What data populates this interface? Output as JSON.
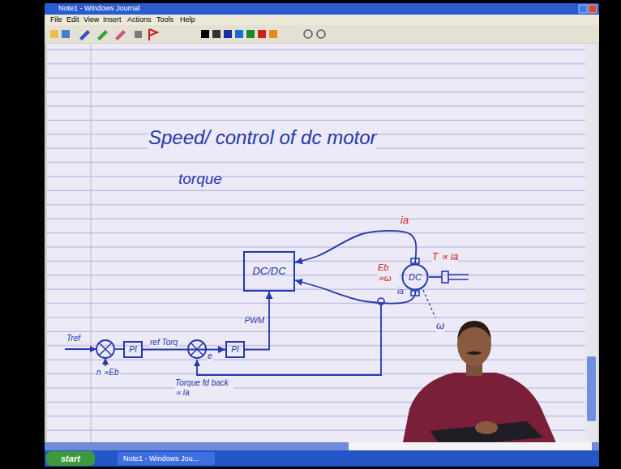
{
  "diagram": {
    "title": "Speed/ control of dc motor",
    "nodes": [
      {
        "text": [
          "DC/DC"
        ]
      },
      {
        "text": [
          "DC"
        ]
      },
      {
        "text": [
          "PI"
        ]
      },
      {
        "text": [
          "PI"
        ]
      }
    ],
    "edges": [
      {
        "from": 1,
        "to": 0,
        "arrow": "to"
      },
      {
        "from": 1,
        "to": 0,
        "arrow": "to"
      },
      {
        "from": 2,
        "to": 3,
        "label": "ref Torq",
        "arrow": "to"
      },
      {
        "from": 3,
        "to": 0,
        "label": "PWM",
        "arrow": "to"
      }
    ],
    "labels": [
      "Note1 - Windows Journal",
      "File",
      "Edit",
      "View",
      "Insert",
      "Actions",
      "Tools",
      "Help",
      "torque",
      "ia",
      "Eb ∝ω",
      "T ∝ ia",
      "ia",
      "ω",
      "Tref",
      "n ∝Eb",
      "e",
      "Torque fd back ∝ ia",
      "start",
      "Note1 - Windows Jou..."
    ]
  }
}
